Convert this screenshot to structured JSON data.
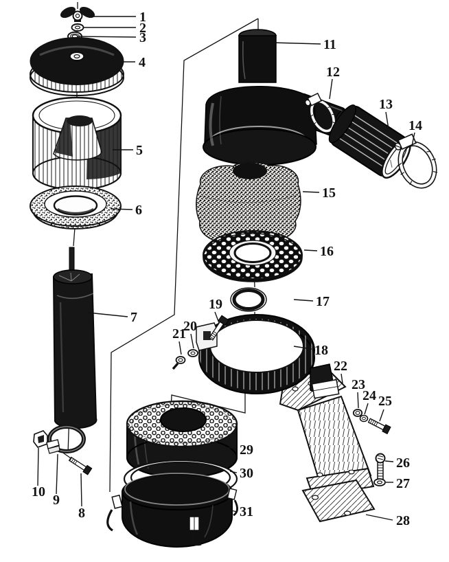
{
  "canvas": {
    "paper_color": "#ffffff",
    "ink_color": "#111111"
  },
  "callouts": [
    {
      "number": "1",
      "part": "wing-nut"
    },
    {
      "number": "2",
      "part": "washer"
    },
    {
      "number": "3",
      "part": "grommet"
    },
    {
      "number": "4",
      "part": "cover-dome"
    },
    {
      "number": "5",
      "part": "filter-drum"
    },
    {
      "number": "6",
      "part": "gasket-ring"
    },
    {
      "number": "7",
      "part": "center-tube"
    },
    {
      "number": "8",
      "part": "clamp-bolt"
    },
    {
      "number": "9",
      "part": "clamp-band"
    },
    {
      "number": "10",
      "part": "clamp-bracket"
    },
    {
      "number": "11",
      "part": "canister-body"
    },
    {
      "number": "12",
      "part": "hose-clamp-small"
    },
    {
      "number": "13",
      "part": "hose-sleeve"
    },
    {
      "number": "14",
      "part": "hose-clamp-large"
    },
    {
      "number": "15",
      "part": "foam-element"
    },
    {
      "number": "16",
      "part": "perforated-plate"
    },
    {
      "number": "17",
      "part": "seal-ring"
    },
    {
      "number": "18",
      "part": "mounting-band"
    },
    {
      "number": "19",
      "part": "band-bolt"
    },
    {
      "number": "20",
      "part": "band-washer"
    },
    {
      "number": "21",
      "part": "band-screw"
    },
    {
      "number": "22",
      "part": "support-bracket"
    },
    {
      "number": "23",
      "part": "nut"
    },
    {
      "number": "24",
      "part": "lock-washer"
    },
    {
      "number": "25",
      "part": "small-bolt"
    },
    {
      "number": "26",
      "part": "hex-bolt"
    },
    {
      "number": "27",
      "part": "flat-washer"
    },
    {
      "number": "28",
      "part": "backing-plate"
    },
    {
      "number": "29",
      "part": "element-drum"
    },
    {
      "number": "30",
      "part": "spacer-ring"
    },
    {
      "number": "31",
      "part": "dust-bowl"
    }
  ]
}
